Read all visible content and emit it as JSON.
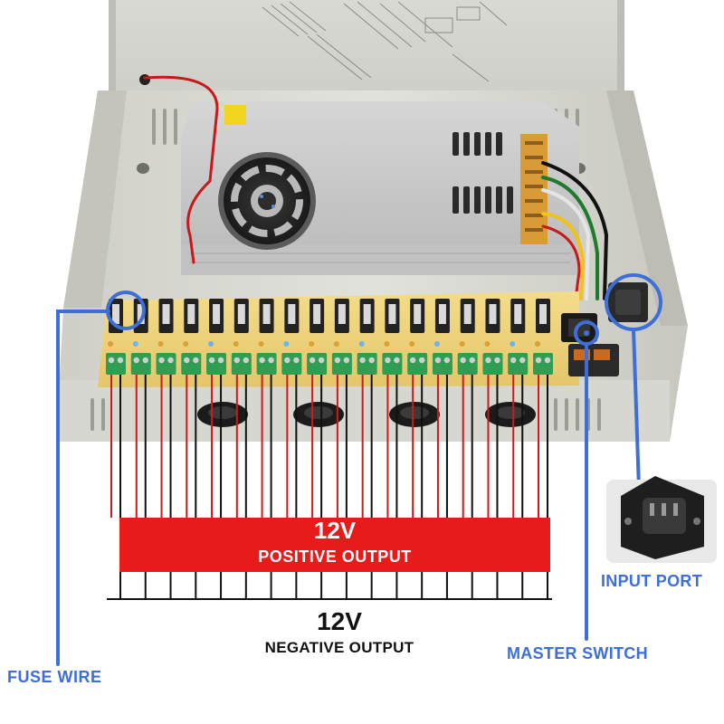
{
  "positive_bar": {
    "title": "12V",
    "subtitle": "POSITIVE OUTPUT",
    "color": "#e81b1b"
  },
  "negative": {
    "title": "12V",
    "subtitle": "NEGATIVE OUTPUT"
  },
  "callouts": {
    "fuse": "FUSE WIRE",
    "switch": "MASTER SWITCH",
    "port": "INPUT PORT",
    "color": "#3d6fd6"
  },
  "outputs": {
    "channel_count": 18
  }
}
